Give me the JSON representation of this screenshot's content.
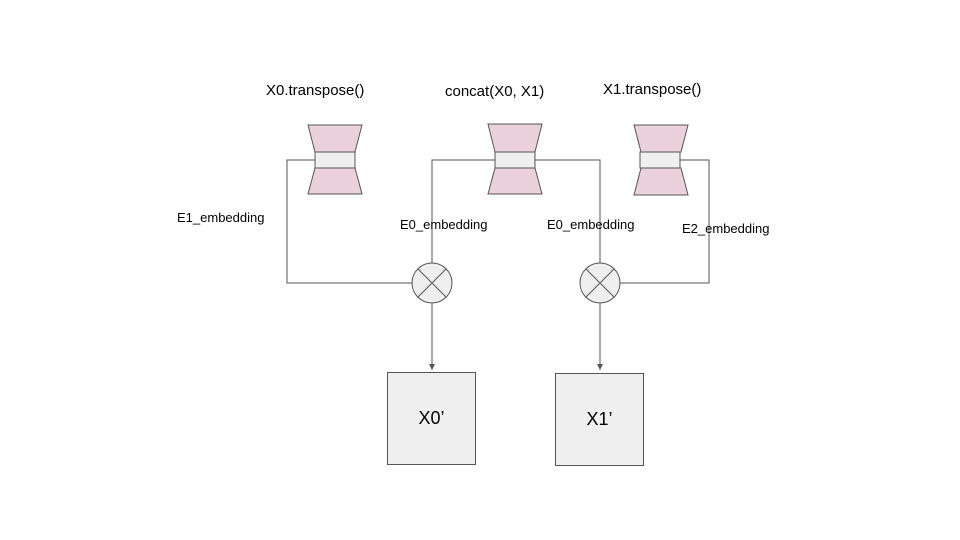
{
  "encoders": [
    {
      "label": "X0.transpose()"
    },
    {
      "label": "concat(X0, X1)"
    },
    {
      "label": "X1.transpose()"
    }
  ],
  "edge_labels": {
    "e1_left": "E1_embedding",
    "e0_left": "E0_embedding",
    "e0_right": "E0_embedding",
    "e2_right": "E2_embedding"
  },
  "outputs": [
    {
      "label": "X0’"
    },
    {
      "label": "X1’"
    }
  ],
  "colors": {
    "encoder_fill": "#ead1dc",
    "bottleneck_fill": "#efefef",
    "node_fill": "#efefef",
    "stroke": "#555555"
  }
}
